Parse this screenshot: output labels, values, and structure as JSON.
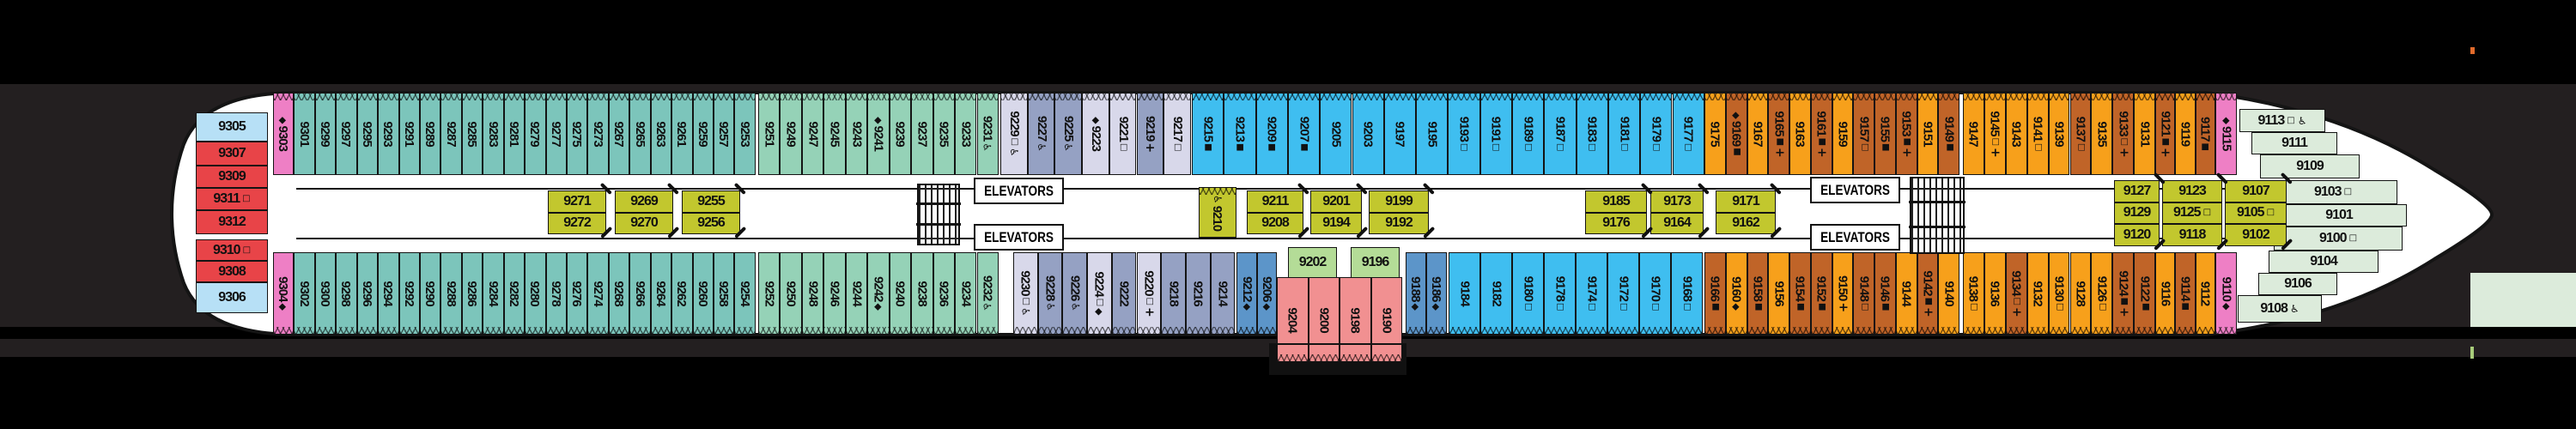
{
  "labels": {
    "elevators": "ELEVATORS"
  },
  "colors": {
    "background_band": "#231f20",
    "background_black": "#000000",
    "hull": "#ffffff",
    "outline": "#141414",
    "teal": "#7cc5bb",
    "mint": "#95d2b7",
    "lavender": "#d8d8ea",
    "bluegray": "#95a1c3",
    "bright_blue": "#3fbef0",
    "steel_blue": "#5c95c9",
    "orange": "#f7a01b",
    "dark_orange": "#c06428",
    "pink": "#ee7fc5",
    "red": "#e84448",
    "light_blue": "#b7e0f6",
    "sage": "#dcebdb",
    "inner_yellow": "#c2c72e",
    "salmon": "#f19091",
    "small_green": "#b4dc97"
  },
  "symbols_legend": {
    "fs": "filled-square",
    "os": "open-square",
    "dia": "diamond",
    "wc": "wheelchair-accessible",
    "plus": "connecting-plus"
  },
  "top_row": [
    {
      "n": "9303",
      "c": "pink",
      "s": "dia"
    },
    {
      "n": "9301",
      "c": "teal"
    },
    {
      "n": "9299",
      "c": "teal"
    },
    {
      "n": "9297",
      "c": "teal"
    },
    {
      "n": "9295",
      "c": "teal"
    },
    {
      "n": "9293",
      "c": "teal"
    },
    {
      "n": "9291",
      "c": "teal"
    },
    {
      "n": "9289",
      "c": "teal"
    },
    {
      "n": "9287",
      "c": "teal"
    },
    {
      "n": "9285",
      "c": "teal"
    },
    {
      "n": "9283",
      "c": "teal"
    },
    {
      "n": "9281",
      "c": "teal"
    },
    {
      "n": "9279",
      "c": "teal"
    },
    {
      "n": "9277",
      "c": "teal"
    },
    {
      "n": "9275",
      "c": "teal"
    },
    {
      "n": "9273",
      "c": "teal"
    },
    {
      "n": "9267",
      "c": "teal"
    },
    {
      "n": "9265",
      "c": "teal"
    },
    {
      "n": "9263",
      "c": "teal"
    },
    {
      "n": "9261",
      "c": "teal"
    },
    {
      "n": "9259",
      "c": "teal"
    },
    {
      "n": "9257",
      "c": "teal"
    },
    {
      "n": "9253",
      "c": "teal"
    },
    {
      "n": "9251",
      "c": "mint"
    },
    {
      "n": "9249",
      "c": "mint"
    },
    {
      "n": "9247",
      "c": "mint"
    },
    {
      "n": "9245",
      "c": "mint"
    },
    {
      "n": "9243",
      "c": "mint"
    },
    {
      "n": "9241",
      "c": "mint",
      "s": "dia"
    },
    {
      "n": "9239",
      "c": "mint"
    },
    {
      "n": "9237",
      "c": "mint"
    },
    {
      "n": "9235",
      "c": "mint"
    },
    {
      "n": "9233",
      "c": "mint"
    },
    {
      "n": "9231",
      "c": "mint",
      "s": "wc"
    },
    {
      "n": "9229",
      "c": "lav",
      "s": "os,wc"
    },
    {
      "n": "9227",
      "c": "bgray",
      "s": "wc"
    },
    {
      "n": "9225",
      "c": "bgray",
      "s": "wc"
    },
    {
      "n": "9223",
      "c": "lav",
      "s": "dia"
    },
    {
      "n": "9221",
      "c": "lav",
      "s": "os"
    },
    {
      "n": "9219",
      "c": "bgray",
      "s": "plus"
    },
    {
      "n": "9217",
      "c": "lav",
      "s": "os"
    },
    {
      "n": "9215",
      "c": "blue",
      "s": "fs"
    },
    {
      "n": "9213",
      "c": "blue",
      "s": "fs"
    },
    {
      "n": "9209",
      "c": "blue",
      "s": "fs"
    },
    {
      "n": "9207",
      "c": "blue",
      "s": "fs"
    },
    {
      "n": "9205",
      "c": "blue"
    },
    {
      "n": "9203",
      "c": "blue"
    },
    {
      "n": "9197",
      "c": "blue"
    },
    {
      "n": "9195",
      "c": "blue"
    },
    {
      "n": "9193",
      "c": "blue",
      "s": "os"
    },
    {
      "n": "9191",
      "c": "blue",
      "s": "os"
    },
    {
      "n": "9189",
      "c": "blue",
      "s": "os"
    },
    {
      "n": "9187",
      "c": "blue",
      "s": "os"
    },
    {
      "n": "9183",
      "c": "blue",
      "s": "os"
    },
    {
      "n": "9181",
      "c": "blue",
      "s": "os"
    },
    {
      "n": "9179",
      "c": "blue",
      "s": "os"
    },
    {
      "n": "9177",
      "c": "blue",
      "s": "os"
    },
    {
      "n": "9175",
      "c": "orange"
    },
    {
      "n": "9169",
      "c": "brown",
      "s": "dia,fs"
    },
    {
      "n": "9167",
      "c": "orange"
    },
    {
      "n": "9165",
      "c": "brown",
      "s": "fs,plus"
    },
    {
      "n": "9163",
      "c": "orange"
    },
    {
      "n": "9161",
      "c": "brown",
      "s": "fs,plus"
    },
    {
      "n": "9159",
      "c": "orange"
    },
    {
      "n": "9157",
      "c": "brown",
      "s": "os"
    },
    {
      "n": "9155",
      "c": "brown",
      "s": "fs"
    },
    {
      "n": "9153",
      "c": "brown",
      "s": "fs,plus"
    },
    {
      "n": "9151",
      "c": "orange"
    },
    {
      "n": "9149",
      "c": "brown",
      "s": "fs"
    },
    {
      "n": "9147",
      "c": "orange"
    },
    {
      "n": "9145",
      "c": "orange",
      "s": "os,plus"
    },
    {
      "n": "9143",
      "c": "orange"
    },
    {
      "n": "9141",
      "c": "orange",
      "s": "os"
    },
    {
      "n": "9139",
      "c": "orange"
    },
    {
      "n": "9137",
      "c": "brown",
      "s": "os"
    },
    {
      "n": "9135",
      "c": "orange"
    },
    {
      "n": "9133",
      "c": "brown",
      "s": "os,plus"
    },
    {
      "n": "9131",
      "c": "orange"
    },
    {
      "n": "9121",
      "c": "brown",
      "s": "fs,plus"
    },
    {
      "n": "9119",
      "c": "orange"
    },
    {
      "n": "9117",
      "c": "brown",
      "s": "fs"
    },
    {
      "n": "9115",
      "c": "pink",
      "s": "dia"
    }
  ],
  "bottom_row": [
    {
      "n": "9304",
      "c": "pink",
      "s": "dia"
    },
    {
      "n": "9302",
      "c": "teal"
    },
    {
      "n": "9300",
      "c": "teal"
    },
    {
      "n": "9298",
      "c": "teal"
    },
    {
      "n": "9296",
      "c": "teal"
    },
    {
      "n": "9294",
      "c": "teal"
    },
    {
      "n": "9292",
      "c": "teal"
    },
    {
      "n": "9290",
      "c": "teal"
    },
    {
      "n": "9288",
      "c": "teal"
    },
    {
      "n": "9286",
      "c": "teal"
    },
    {
      "n": "9284",
      "c": "teal"
    },
    {
      "n": "9282",
      "c": "teal"
    },
    {
      "n": "9280",
      "c": "teal"
    },
    {
      "n": "9278",
      "c": "teal"
    },
    {
      "n": "9276",
      "c": "teal"
    },
    {
      "n": "9274",
      "c": "teal"
    },
    {
      "n": "9268",
      "c": "teal"
    },
    {
      "n": "9266",
      "c": "teal"
    },
    {
      "n": "9264",
      "c": "teal"
    },
    {
      "n": "9262",
      "c": "teal"
    },
    {
      "n": "9260",
      "c": "teal"
    },
    {
      "n": "9258",
      "c": "teal"
    },
    {
      "n": "9254",
      "c": "teal"
    },
    {
      "n": "9252",
      "c": "mint"
    },
    {
      "n": "9250",
      "c": "mint"
    },
    {
      "n": "9248",
      "c": "mint"
    },
    {
      "n": "9246",
      "c": "mint"
    },
    {
      "n": "9244",
      "c": "mint"
    },
    {
      "n": "9242",
      "c": "mint",
      "s": "dia"
    },
    {
      "n": "9240",
      "c": "mint"
    },
    {
      "n": "9238",
      "c": "mint"
    },
    {
      "n": "9236",
      "c": "mint"
    },
    {
      "n": "9234",
      "c": "mint"
    },
    {
      "n": "9232",
      "c": "mint",
      "s": "wc"
    },
    {
      "n": "9230",
      "c": "lav",
      "s": "os,wc"
    },
    {
      "n": "9228",
      "c": "bgray",
      "s": "wc"
    },
    {
      "n": "9226",
      "c": "bgray",
      "s": "wc"
    },
    {
      "n": "9224",
      "c": "lav",
      "s": "os,dia"
    },
    {
      "n": "9222",
      "c": "bgray"
    },
    {
      "n": "9220",
      "c": "lav",
      "s": "os,plus"
    },
    {
      "n": "9218",
      "c": "bgray"
    },
    {
      "n": "9216",
      "c": "bgray"
    },
    {
      "n": "9214",
      "c": "bgray"
    },
    {
      "n": "9212",
      "c": "steel",
      "s": "dia"
    },
    {
      "n": "9206",
      "c": "steel",
      "s": "dia"
    },
    {
      "n": "9188",
      "c": "steel",
      "s": "dia"
    },
    {
      "n": "9186",
      "c": "steel",
      "s": "dia"
    },
    {
      "n": "9184",
      "c": "blue"
    },
    {
      "n": "9182",
      "c": "blue"
    },
    {
      "n": "9180",
      "c": "blue",
      "s": "os"
    },
    {
      "n": "9178",
      "c": "blue",
      "s": "os"
    },
    {
      "n": "9174",
      "c": "blue",
      "s": "os"
    },
    {
      "n": "9172",
      "c": "blue",
      "s": "os"
    },
    {
      "n": "9170",
      "c": "blue",
      "s": "os"
    },
    {
      "n": "9168",
      "c": "blue",
      "s": "os"
    },
    {
      "n": "9166",
      "c": "brown",
      "s": "fs"
    },
    {
      "n": "9160",
      "c": "orange",
      "s": "dia"
    },
    {
      "n": "9158",
      "c": "brown",
      "s": "fs"
    },
    {
      "n": "9156",
      "c": "orange"
    },
    {
      "n": "9154",
      "c": "brown",
      "s": "fs"
    },
    {
      "n": "9152",
      "c": "brown",
      "s": "fs"
    },
    {
      "n": "9150",
      "c": "orange",
      "s": "plus"
    },
    {
      "n": "9148",
      "c": "brown",
      "s": "os"
    },
    {
      "n": "9146",
      "c": "brown",
      "s": "fs"
    },
    {
      "n": "9144",
      "c": "orange"
    },
    {
      "n": "9142",
      "c": "brown",
      "s": "fs,plus"
    },
    {
      "n": "9140",
      "c": "orange"
    },
    {
      "n": "9138",
      "c": "orange",
      "s": "os"
    },
    {
      "n": "9136",
      "c": "orange"
    },
    {
      "n": "9134",
      "c": "brown",
      "s": "os,plus"
    },
    {
      "n": "9132",
      "c": "orange"
    },
    {
      "n": "9130",
      "c": "orange",
      "s": "os"
    },
    {
      "n": "9128",
      "c": "orange"
    },
    {
      "n": "9126",
      "c": "orange",
      "s": "os"
    },
    {
      "n": "9124",
      "c": "brown",
      "s": "fs,plus"
    },
    {
      "n": "9122",
      "c": "brown",
      "s": "fs"
    },
    {
      "n": "9116",
      "c": "orange"
    },
    {
      "n": "9114",
      "c": "brown",
      "s": "fs"
    },
    {
      "n": "9112",
      "c": "orange"
    },
    {
      "n": "9110",
      "c": "pink",
      "s": "dia"
    }
  ],
  "aft_cabins": [
    {
      "n": "9305",
      "c": "lblue"
    },
    {
      "n": "9307",
      "c": "red"
    },
    {
      "n": "9309",
      "c": "red"
    },
    {
      "n": "9311",
      "c": "red",
      "s": "os"
    },
    {
      "n": "9312",
      "c": "red"
    },
    {
      "n": "9310",
      "c": "red",
      "s": "os"
    },
    {
      "n": "9308",
      "c": "red"
    },
    {
      "n": "9306",
      "c": "lblue"
    }
  ],
  "bow_cabins": [
    {
      "n": "9113",
      "c": "sage",
      "s": "os,wc"
    },
    {
      "n": "9111",
      "c": "sage"
    },
    {
      "n": "9109",
      "c": "sage"
    },
    {
      "n": "9103",
      "c": "sage",
      "s": "os"
    },
    {
      "n": "9101",
      "c": "sage"
    },
    {
      "n": "9100",
      "c": "sage",
      "s": "os"
    },
    {
      "n": "9104",
      "c": "sage"
    },
    {
      "n": "9106",
      "c": "sage"
    },
    {
      "n": "9108",
      "c": "sage",
      "s": "wc"
    }
  ],
  "inner_single": {
    "n": "9210",
    "c": "yellow",
    "s": "pre:wc"
  },
  "inner_groups": {
    "aft_mid": [
      [
        {
          "n": "9271"
        },
        {
          "n": "9272"
        }
      ],
      [
        {
          "n": "9269"
        },
        {
          "n": "9270"
        }
      ],
      [
        {
          "n": "9255"
        },
        {
          "n": "9256"
        }
      ]
    ],
    "mid": [
      [
        {
          "n": "9211"
        },
        {
          "n": "9208"
        }
      ],
      [
        {
          "n": "9201"
        },
        {
          "n": "9194"
        }
      ],
      [
        {
          "n": "9199"
        },
        {
          "n": "9192"
        }
      ]
    ],
    "fwd_mid": [
      [
        {
          "n": "9185"
        },
        {
          "n": "9176"
        }
      ],
      [
        {
          "n": "9173"
        },
        {
          "n": "9164"
        }
      ],
      [
        {
          "n": "9171"
        },
        {
          "n": "9162"
        }
      ]
    ],
    "forward": [
      [
        {
          "n": "9127"
        },
        {
          "n": "9129"
        },
        {
          "n": "9120"
        }
      ],
      [
        {
          "n": "9123"
        },
        {
          "n": "9125",
          "s": "os"
        },
        {
          "n": "9118"
        }
      ],
      [
        {
          "n": "9107"
        },
        {
          "n": "9105",
          "s": "os"
        },
        {
          "n": "9102"
        }
      ]
    ]
  },
  "salmon_block": {
    "green_cabins": [
      {
        "n": "9202",
        "c": "green"
      },
      {
        "n": "9196",
        "c": "green"
      }
    ],
    "salmon_cabins": [
      {
        "n": "9204",
        "c": "salmon"
      },
      {
        "n": "9200",
        "c": "salmon"
      },
      {
        "n": "9198",
        "c": "salmon"
      },
      {
        "n": "9190",
        "c": "salmon"
      }
    ]
  }
}
